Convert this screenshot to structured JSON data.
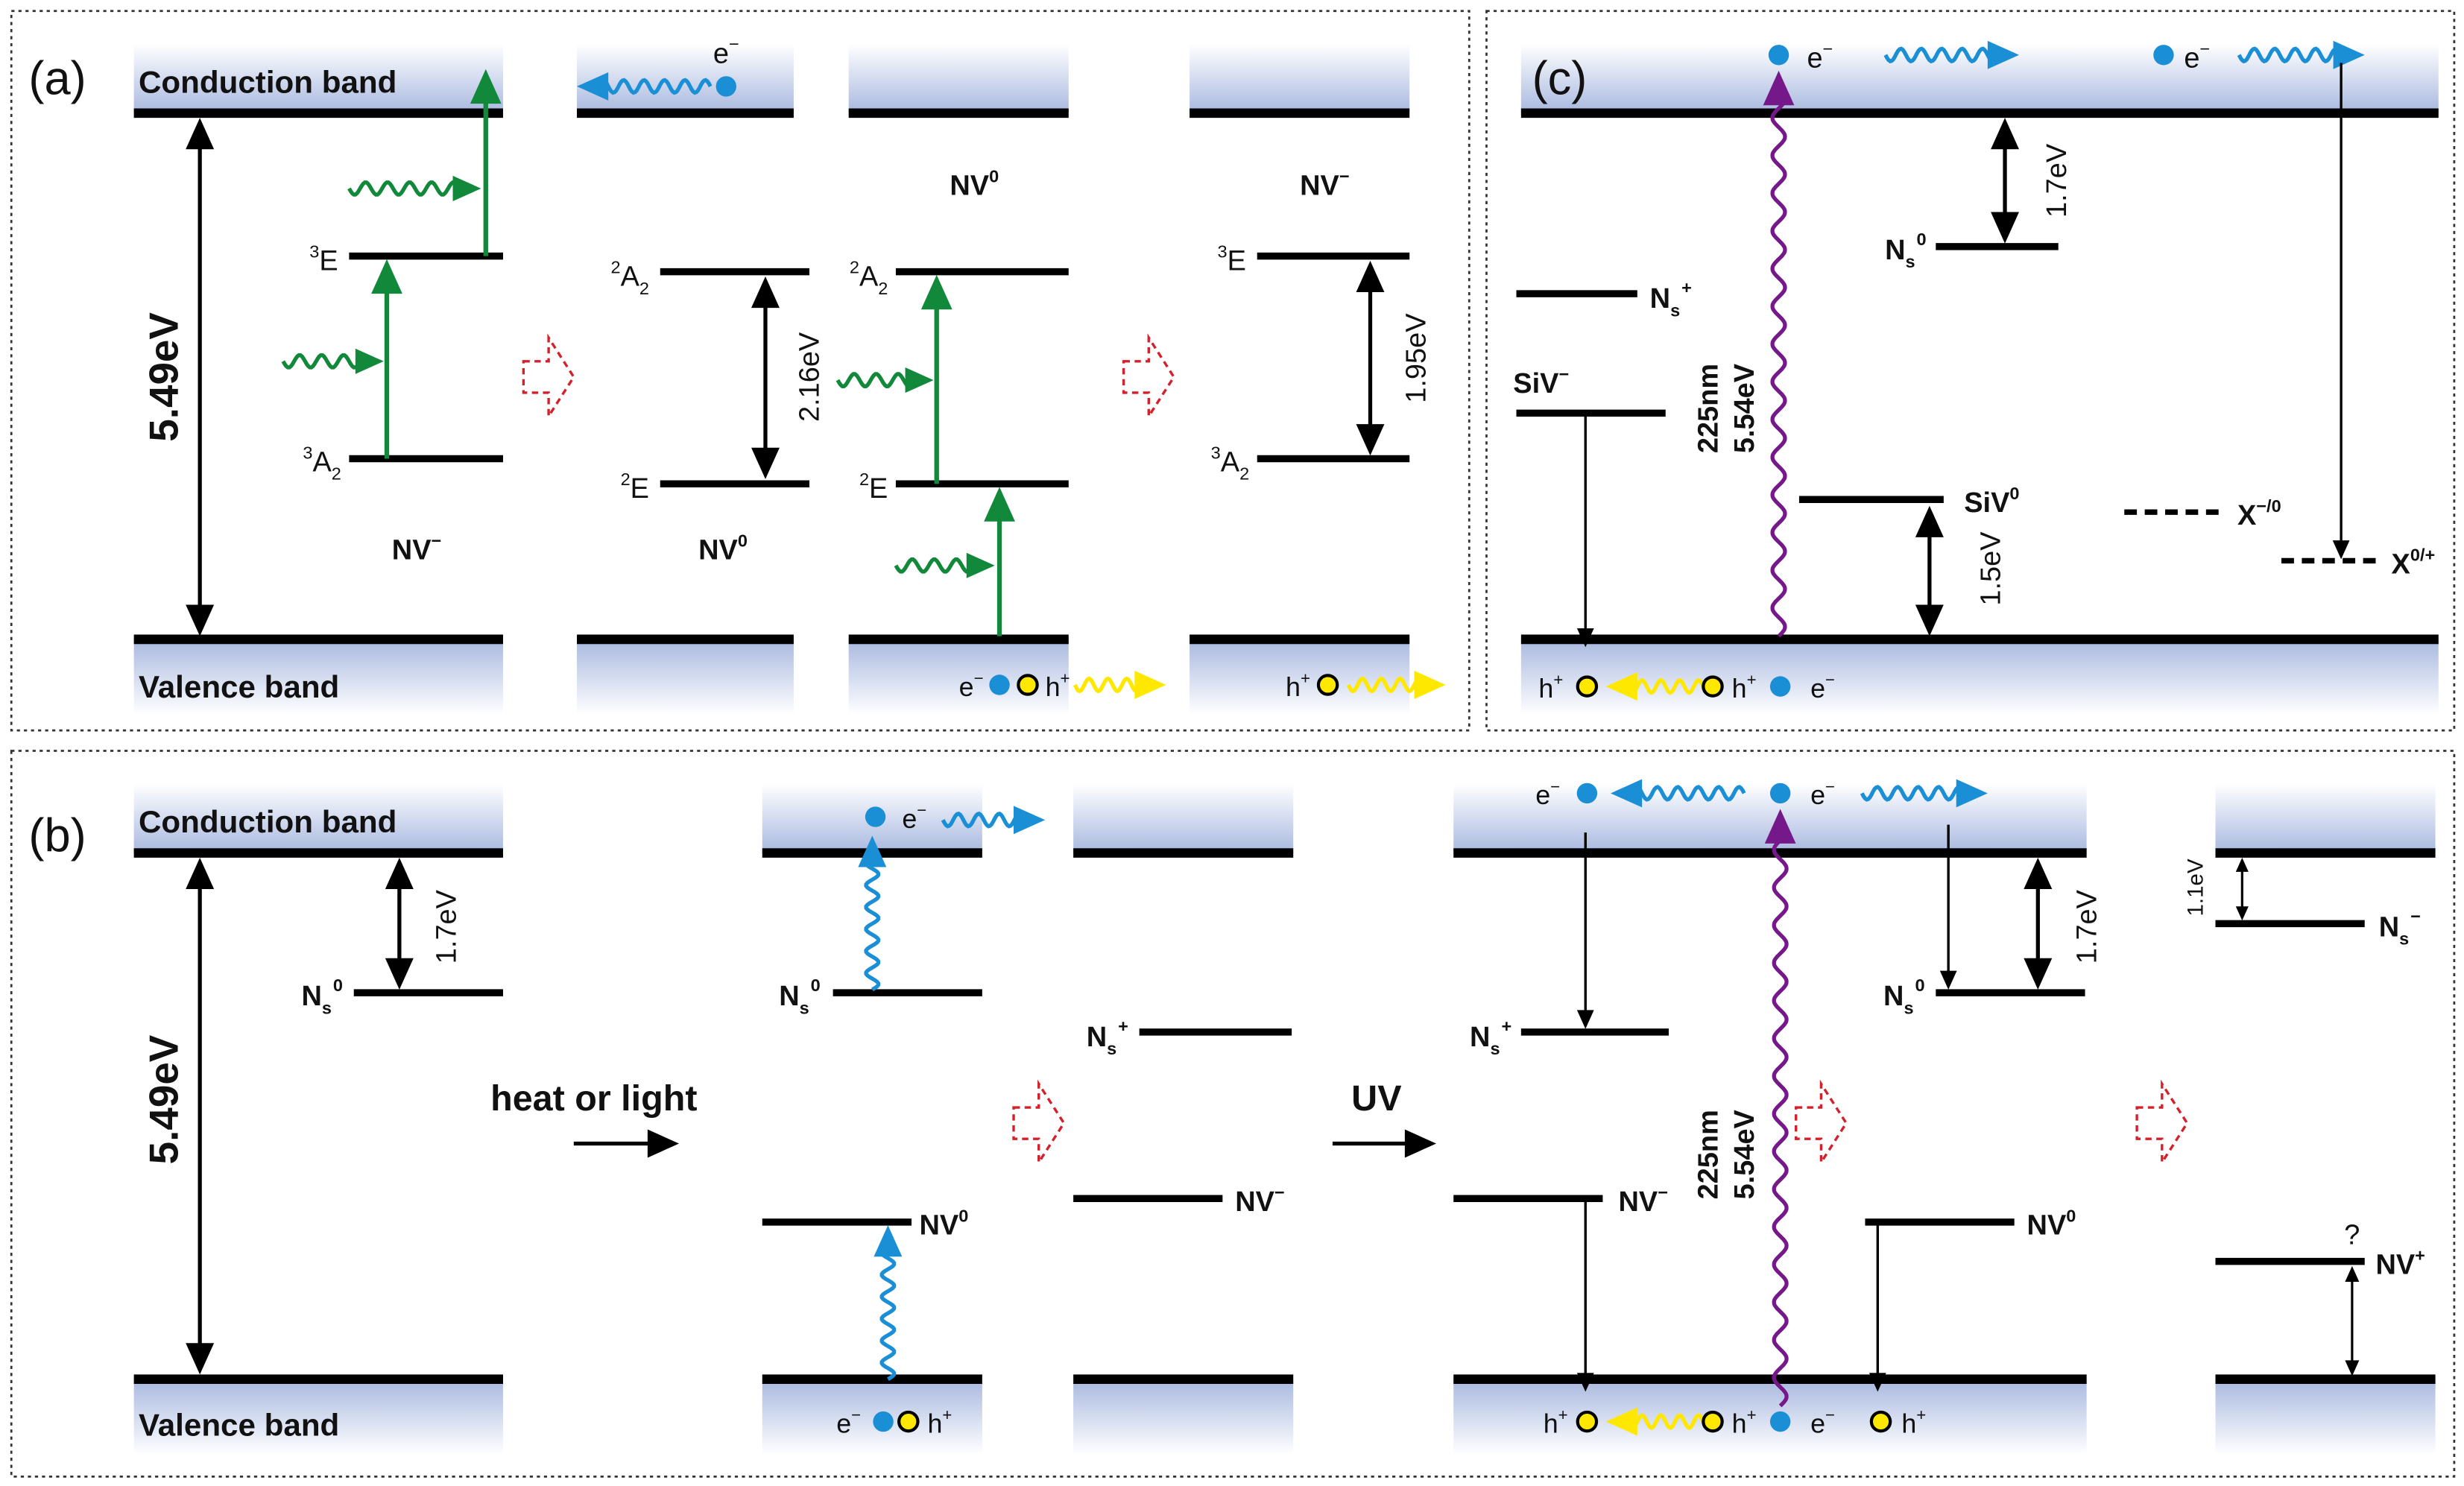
{
  "colors": {
    "excitation_green": "#11883a",
    "electron_blue": "#1a8fd6",
    "hole_yellow": "#ffe800",
    "uv_purple": "#75198a",
    "transition_red": "#d3202a",
    "band_gradient": "#a8b8df",
    "line_black": "#000000"
  },
  "panels": {
    "a": {
      "tag": "(a)"
    },
    "b": {
      "tag": "(b)"
    },
    "c": {
      "tag": "(c)"
    }
  },
  "bands": {
    "conduction": "Conduction band",
    "valence": "Valence band"
  },
  "energies": {
    "gap": "5.49eV",
    "nv0_transition": "2.16eV",
    "nvm_transition": "1.95eV",
    "ns0_depth": "1.7eV",
    "siv0_depth": "1.5eV",
    "nsm_depth": "1.1eV",
    "uv_wavelength": "225nm",
    "uv_energy": "5.54eV"
  },
  "process": {
    "heat_or_light": "heat or light",
    "uv": "UV",
    "unknown": "?"
  },
  "labels": {
    "E3": {
      "pre": "3",
      "base": "E"
    },
    "A2_3": {
      "pre": "3",
      "base": "A",
      "sub": "2"
    },
    "A2_2": {
      "pre": "2",
      "base": "A",
      "sub": "2"
    },
    "E2": {
      "pre": "2",
      "base": "E"
    },
    "NVm": {
      "base": "NV",
      "sup": "−"
    },
    "NV0": {
      "base": "NV",
      "sup": "0"
    },
    "NVp": {
      "base": "NV",
      "sup": "+"
    },
    "Ns0": {
      "base": "N",
      "sub": "s",
      "sup": "0"
    },
    "Nsp": {
      "base": "N",
      "sub": "s",
      "sup": "+"
    },
    "Nsm": {
      "base": "N",
      "sub": "s",
      "sup": "−"
    },
    "SiVm": {
      "base": "SiV",
      "sup": "−"
    },
    "SiV0": {
      "base": "SiV",
      "sup": "0"
    },
    "Xm0": {
      "base": "X",
      "sup": "−/0"
    },
    "X0p": {
      "base": "X",
      "sup": "0/+"
    },
    "e": {
      "base": "e",
      "sup": "−"
    },
    "h": {
      "base": "h",
      "sup": "+"
    }
  }
}
